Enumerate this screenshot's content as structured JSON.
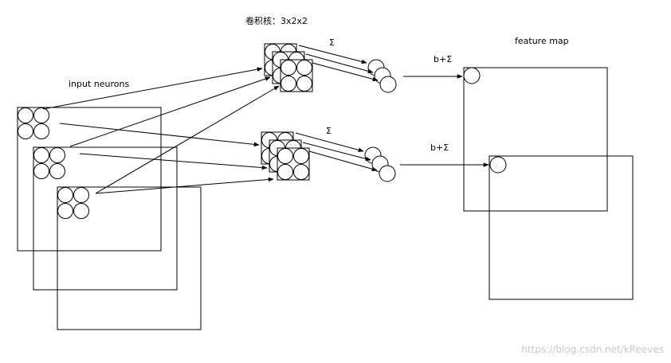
{
  "labels": {
    "kernel": "卷积核：3x2x2",
    "input": "input neurons",
    "feature_map": "feature map",
    "sum_top": "Σ",
    "sum_bottom": "Σ",
    "bias_sum_top": "b+Σ",
    "bias_sum_bottom": "b+Σ"
  },
  "watermark": "https://blog.csdn.net/kReeves",
  "colors": {
    "line": "#000000",
    "background": "#ffffff",
    "watermark": "#c8c8c8"
  }
}
